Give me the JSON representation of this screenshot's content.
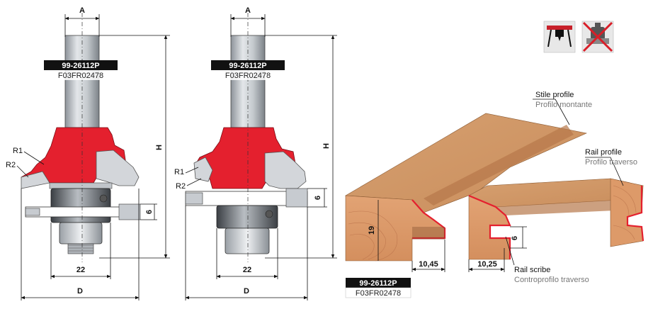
{
  "cutter_left": {
    "code": "99-26112P",
    "ref": "F03FR02478",
    "dim_a": "A",
    "dim_h": "H",
    "dim_d": "D",
    "dim_bearing": "22",
    "dim_height": "6",
    "label_r1": "R1",
    "label_r2": "R2"
  },
  "cutter_right": {
    "code": "99-26112P",
    "ref": "F03FR02478",
    "dim_a": "A",
    "dim_h": "H",
    "dim_d": "D",
    "dim_bearing": "22",
    "dim_height": "6",
    "label_r1": "R1",
    "label_r2": "R2"
  },
  "joint": {
    "stile_profile_en": "Stile profile",
    "stile_profile_it": "Profilo montante",
    "rail_profile_en": "Rail profile",
    "rail_profile_it": "Profilo traverso",
    "rail_scribe_en": "Rail scribe",
    "rail_scribe_it": "Controprofilo traverso",
    "dim_thickness": "19",
    "dim_stile_depth": "10,45",
    "dim_rail_depth": "10,25",
    "dim_tenon": "6"
  },
  "footer_code": {
    "code": "99-26112P",
    "ref": "F03FR02478"
  },
  "icons": {
    "table_router": "router-table-icon",
    "hand_router_prohibited": "hand-router-prohibited-icon"
  },
  "colors": {
    "cutter_red": "#e4202e",
    "steel": "#c7cbd0",
    "wood": "#d99a6a"
  }
}
